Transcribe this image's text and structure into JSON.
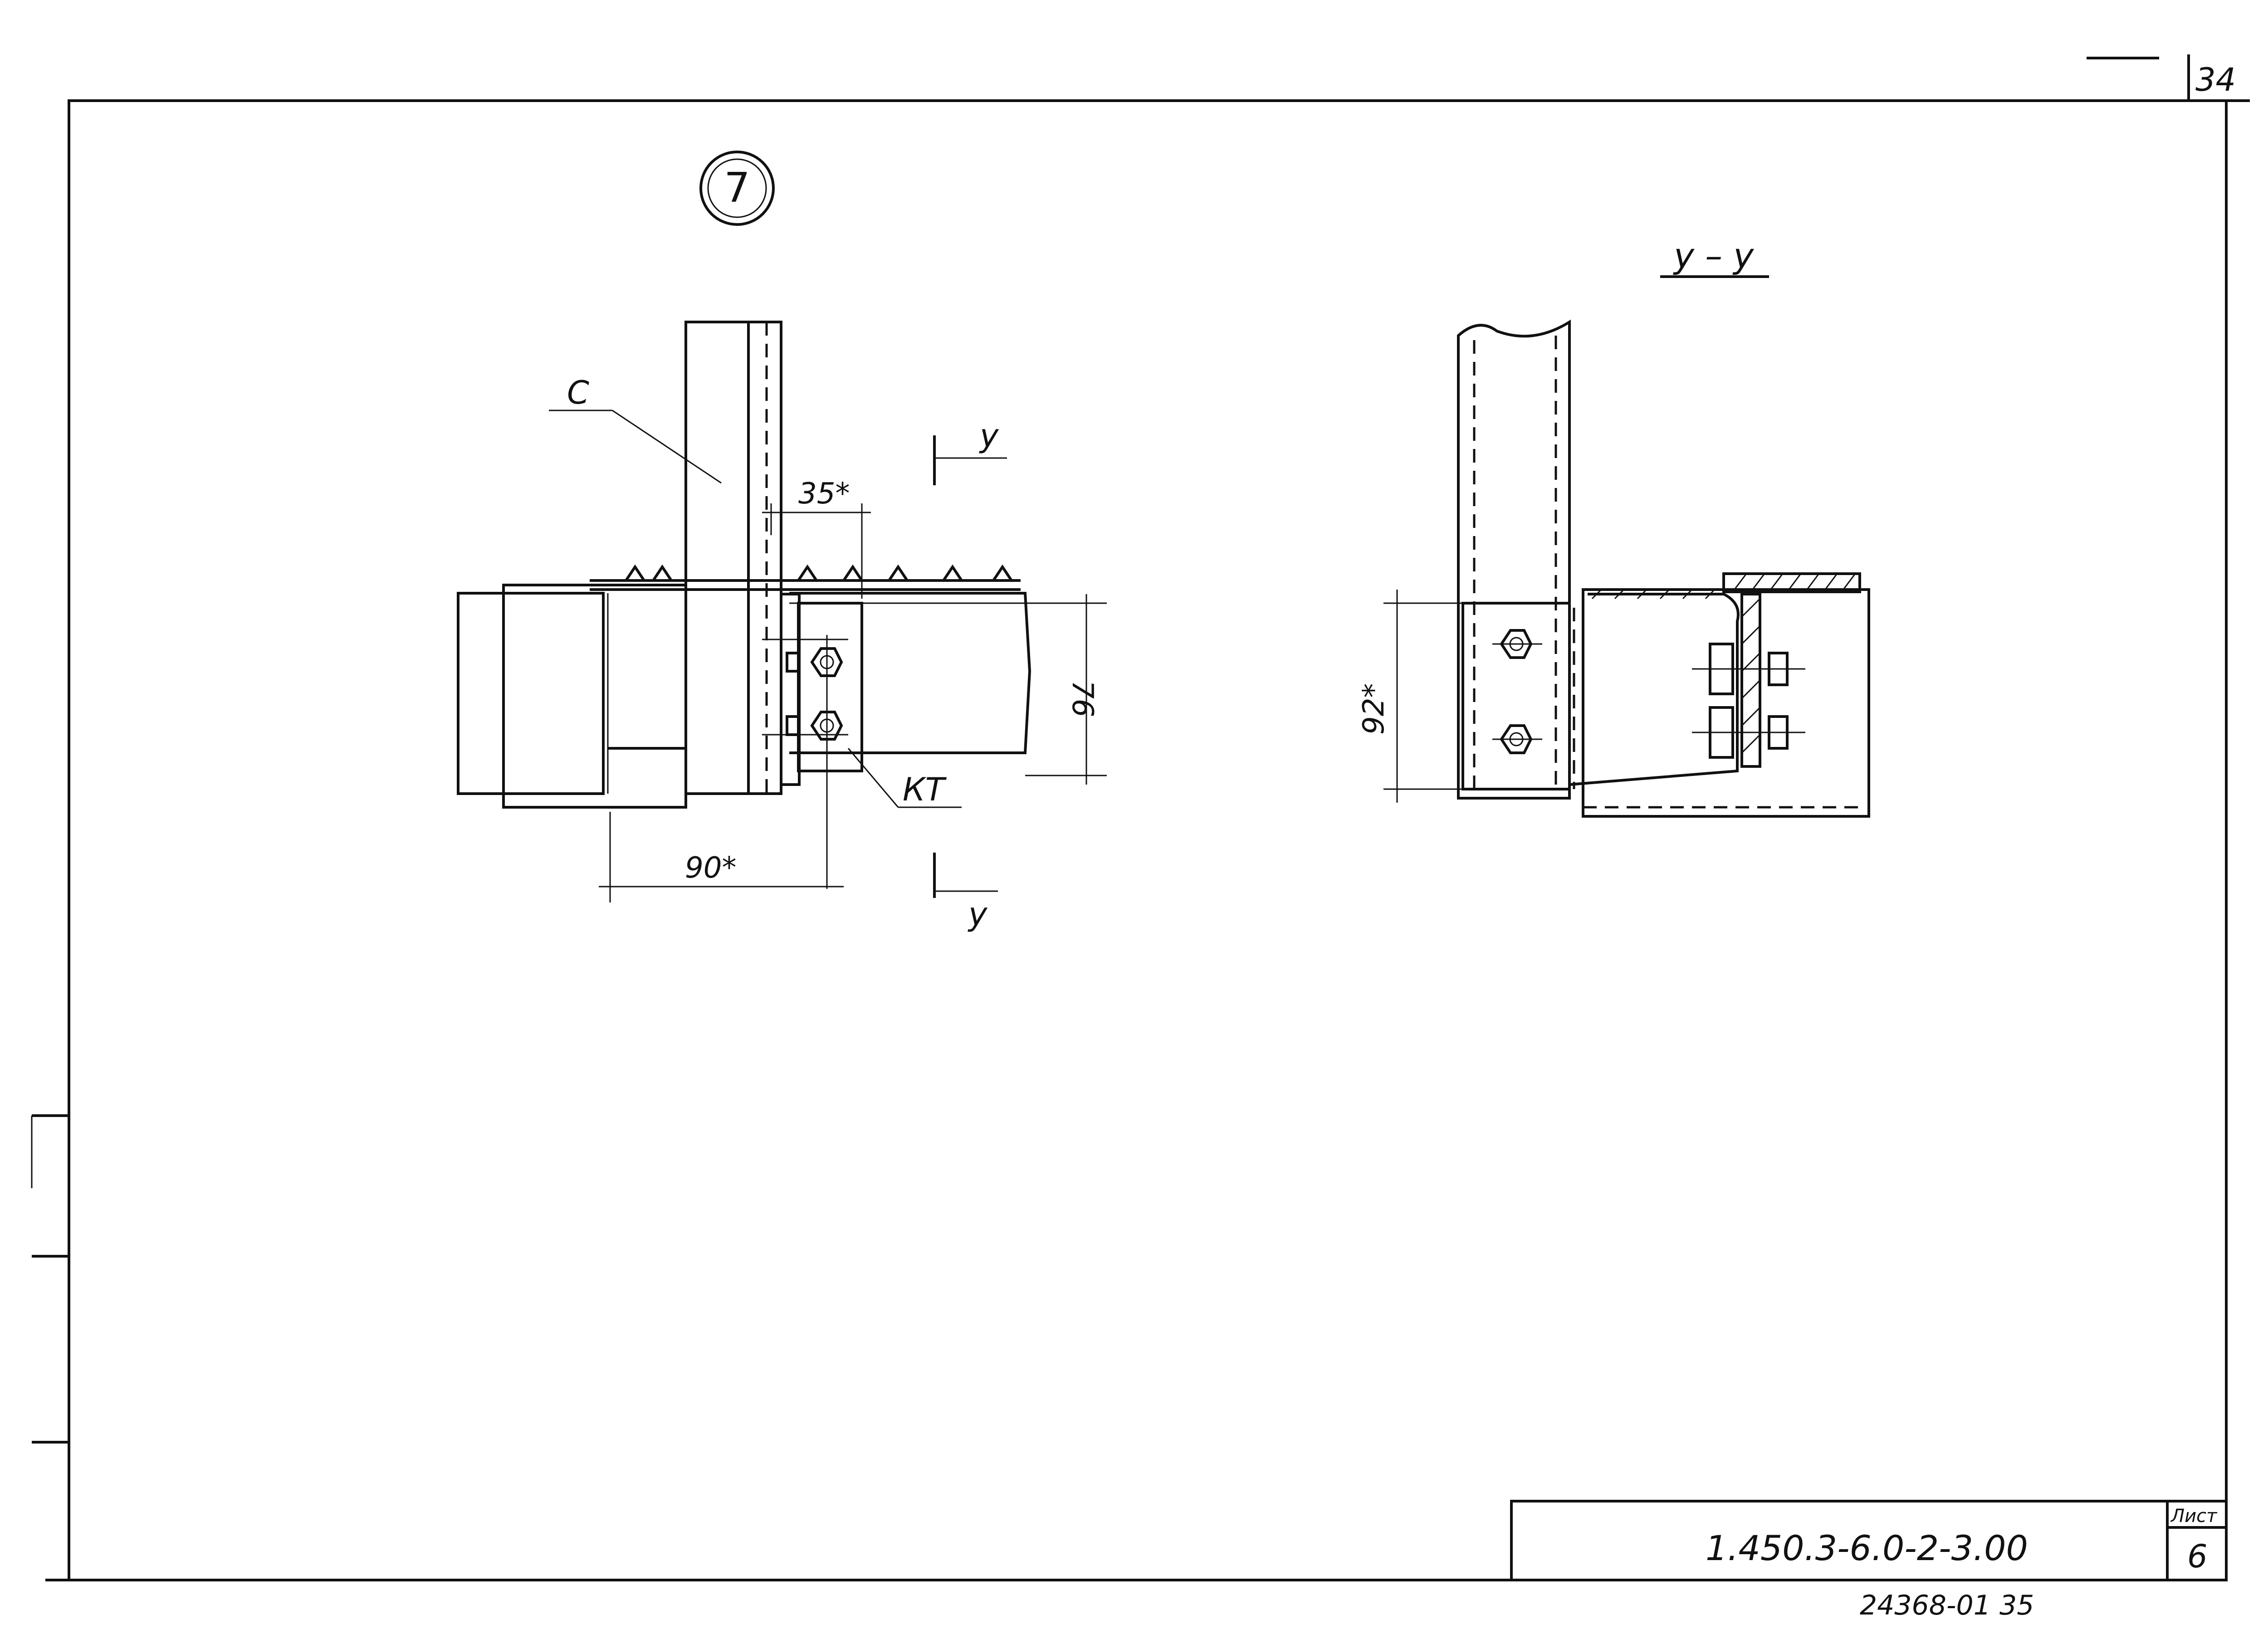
{
  "sheet": {
    "corner_number": "34",
    "footer_code": "24368-01 35",
    "title_block": {
      "designation": "1.450.3-6.0-2-3.00",
      "sheet_label": "Лист",
      "sheet_number": "6"
    }
  },
  "detail": {
    "number": "7",
    "section_title": "у – у",
    "section_mark": "у",
    "labels": {
      "part_c": "С",
      "part_kt": "КТ"
    },
    "dimensions": {
      "d35": "35*",
      "d76": "76",
      "d90": "90*",
      "d92": "92*"
    }
  }
}
